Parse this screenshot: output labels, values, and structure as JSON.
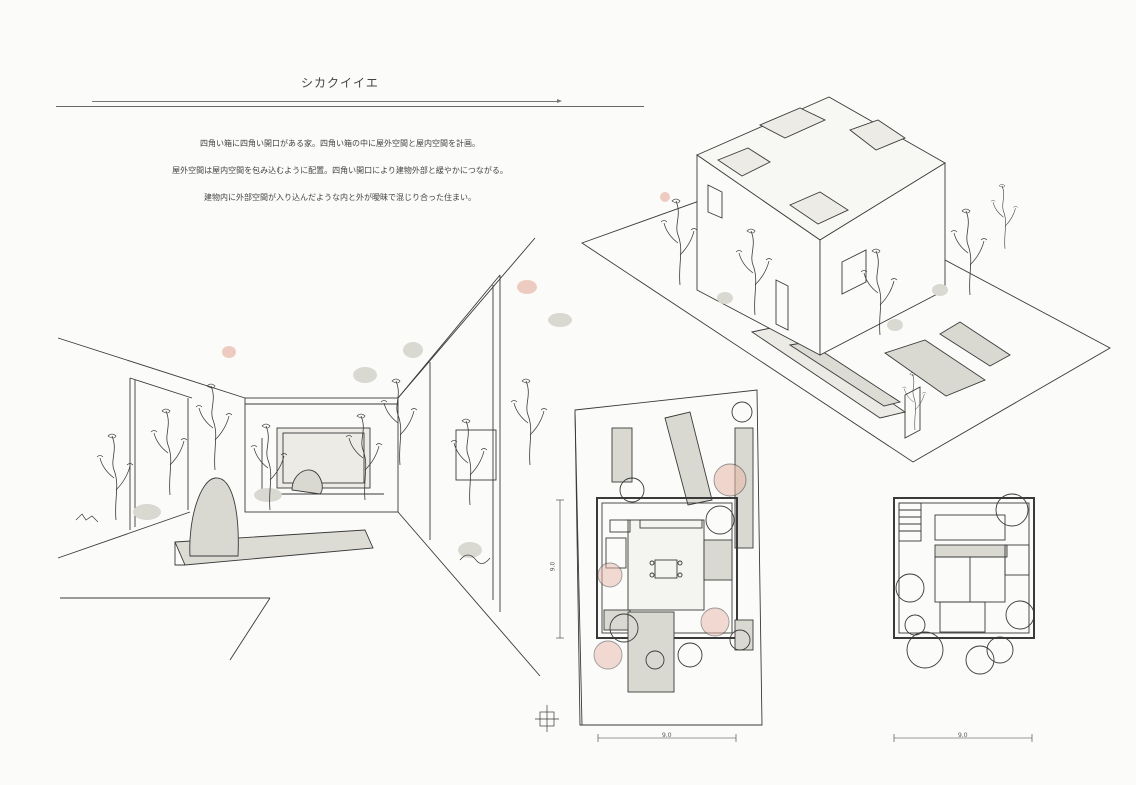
{
  "title": "シカクイイエ",
  "description": [
    "四角い箱に四角い開口がある家。四角い箱の中に屋外空間と屋内空間を計画。",
    "屋外空間は屋内空間を包み込むように配置。四角い開口により建物外部と緩やかにつながる。",
    "建物内に外部空間が入り込んだような内と外が曖昧で混じり合った住まい。"
  ],
  "dimensions": {
    "plan1_width": "9.0",
    "plan1_height": "9.0",
    "plan2_width": "9.0"
  },
  "colors": {
    "ink": "#3a3a3a",
    "wash": "#d9d9d2",
    "blush": "#e8b7a8",
    "paper": "#fbfbf9"
  }
}
